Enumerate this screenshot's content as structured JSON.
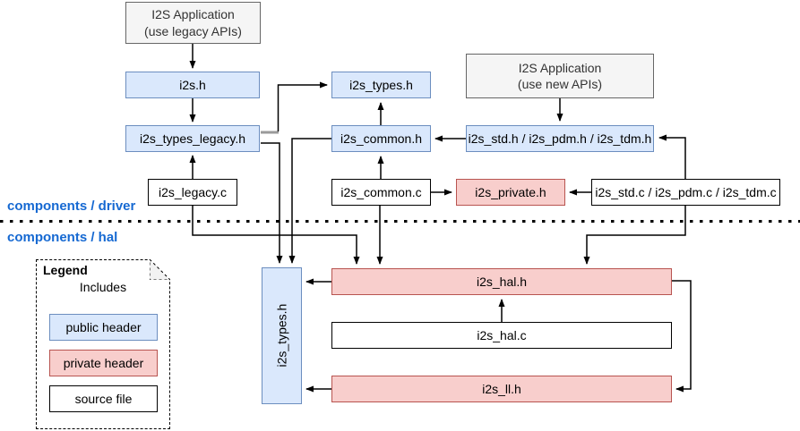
{
  "layer_labels": {
    "driver": "components / driver",
    "hal": "components / hal"
  },
  "nodes": {
    "app_legacy": {
      "line1": "I2S Application",
      "line2": "(use legacy APIs)",
      "kind": "application"
    },
    "i2s_h": {
      "label": "i2s.h",
      "kind": "public header"
    },
    "i2s_types_legacy_h": {
      "label": "i2s_types_legacy.h",
      "kind": "public header"
    },
    "i2s_legacy_c": {
      "label": "i2s_legacy.c",
      "kind": "source file"
    },
    "i2s_types_h_driver": {
      "label": "i2s_types.h",
      "kind": "public header"
    },
    "i2s_common_h": {
      "label": "i2s_common.h",
      "kind": "public header"
    },
    "i2s_common_c": {
      "label": "i2s_common.c",
      "kind": "source file"
    },
    "app_new": {
      "line1": "I2S Application",
      "line2": "(use new APIs)",
      "kind": "application"
    },
    "i2s_std_h": {
      "label": "i2s_std.h / i2s_pdm.h / i2s_tdm.h",
      "kind": "public header"
    },
    "i2s_private_h": {
      "label": "i2s_private.h",
      "kind": "private header"
    },
    "i2s_std_c": {
      "label": "i2s_std.c / i2s_pdm.c / i2s_tdm.c",
      "kind": "source file"
    },
    "i2s_types_h_hal": {
      "label": "i2s_types.h",
      "kind": "public header"
    },
    "i2s_hal_h": {
      "label": "i2s_hal.h",
      "kind": "private header"
    },
    "i2s_hal_c": {
      "label": "i2s_hal.c",
      "kind": "source file"
    },
    "i2s_ll_h": {
      "label": "i2s_ll.h",
      "kind": "private header"
    }
  },
  "legend": {
    "title": "Legend",
    "arrow_label": "Includes",
    "items": [
      {
        "label": "public header",
        "type": "public-header"
      },
      {
        "label": "private header",
        "type": "private-header"
      },
      {
        "label": "source file",
        "type": "source-file"
      }
    ]
  },
  "colors": {
    "public_header_fill": "#dae8fc",
    "public_header_border": "#6c8ebf",
    "private_header_fill": "#f8cecc",
    "private_header_border": "#b85450",
    "application_fill": "#f5f5f5",
    "application_border": "#666666",
    "source_file_fill": "#ffffff",
    "source_file_border": "#000000",
    "layer_label_text": "#1669d2",
    "connector": "#000000"
  }
}
